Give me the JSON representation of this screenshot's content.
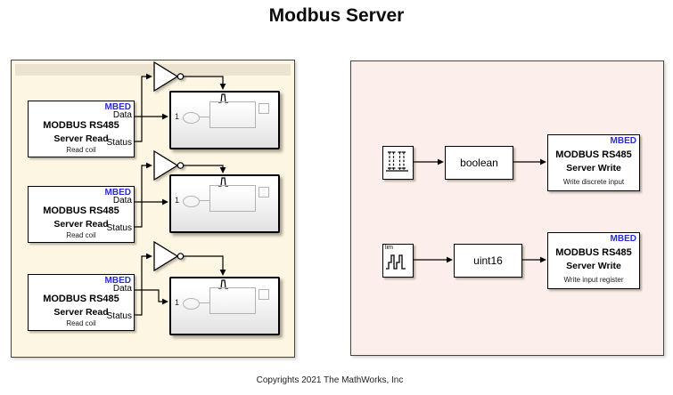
{
  "title": "Modbus Server",
  "copyright": "Copyrights 2021 The MathWorks, Inc",
  "colors": {
    "read_area_bg": "#fdf6e3",
    "read_area_strip": "#ebe2d0",
    "write_area_bg": "#fceeea",
    "panel_border": "#4a4539",
    "mbed_blue": "#2b2bd5",
    "preview_gray": "#b2b2b2"
  },
  "icons": {
    "not_gate": "logical-not-triangle-with-bubble",
    "trigger_port": "trigger-pulse-glyph",
    "discrete_source": "stem-plot-pulse-train",
    "counter_source": "limited-counter-staircase"
  },
  "left_panel": {
    "rows": [
      {
        "read_block": {
          "tag": "MBED",
          "title1": "MODBUS RS485",
          "title2": "Server Read",
          "port_data": "Data",
          "port_status": "Status",
          "mask_label": "Read coil"
        },
        "subsystem": {
          "port_in": "1"
        }
      },
      {
        "read_block": {
          "tag": "MBED",
          "title1": "MODBUS RS485",
          "title2": "Server Read",
          "port_data": "Data",
          "port_status": "Status",
          "mask_label": "Read coil"
        },
        "subsystem": {
          "port_in": "1"
        }
      },
      {
        "read_block": {
          "tag": "MBED",
          "title1": "MODBUS RS485",
          "title2": "Server Read",
          "port_data": "Data",
          "port_status": "Status",
          "mask_label": "Read coil"
        },
        "subsystem": {
          "port_in": "1"
        }
      }
    ]
  },
  "right_panel": {
    "rows": [
      {
        "source_label": "",
        "conversion": "boolean",
        "write_block": {
          "tag": "MBED",
          "title1": "MODBUS RS485",
          "title2": "Server Write",
          "mask_label": "Write discrete input"
        }
      },
      {
        "source_label": "lim",
        "conversion": "uint16",
        "write_block": {
          "tag": "MBED",
          "title1": "MODBUS RS485",
          "title2": "Server Write",
          "mask_label": "Write input register"
        }
      }
    ]
  }
}
